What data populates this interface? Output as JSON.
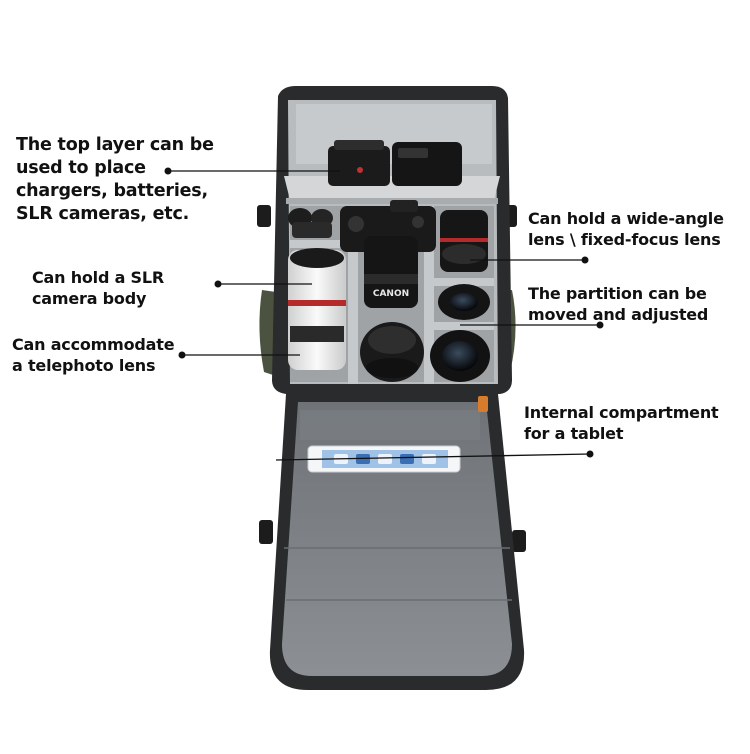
{
  "callouts": {
    "top_layer": [
      "The top layer can be",
      "used to place",
      "chargers, batteries,",
      "SLR cameras, etc."
    ],
    "slr_body": [
      "Can hold a SLR",
      "camera body"
    ],
    "telephoto": [
      "Can accommodate",
      "a telephoto lens"
    ],
    "wide_angle": [
      "Can hold a wide-angle",
      "lens \\ fixed-focus lens"
    ],
    "partition": [
      "The partition can be",
      "moved and adjusted"
    ],
    "tablet": [
      "Internal compartment",
      "for a tablet"
    ]
  },
  "product": {
    "lens_brand": "CANON"
  },
  "colors": {
    "bag_shell": "#2a2b2c",
    "lining": "#b9bcbe",
    "flap": "#7d8185",
    "accent_orange": "#d77b2d",
    "leader_line": "#111111"
  }
}
